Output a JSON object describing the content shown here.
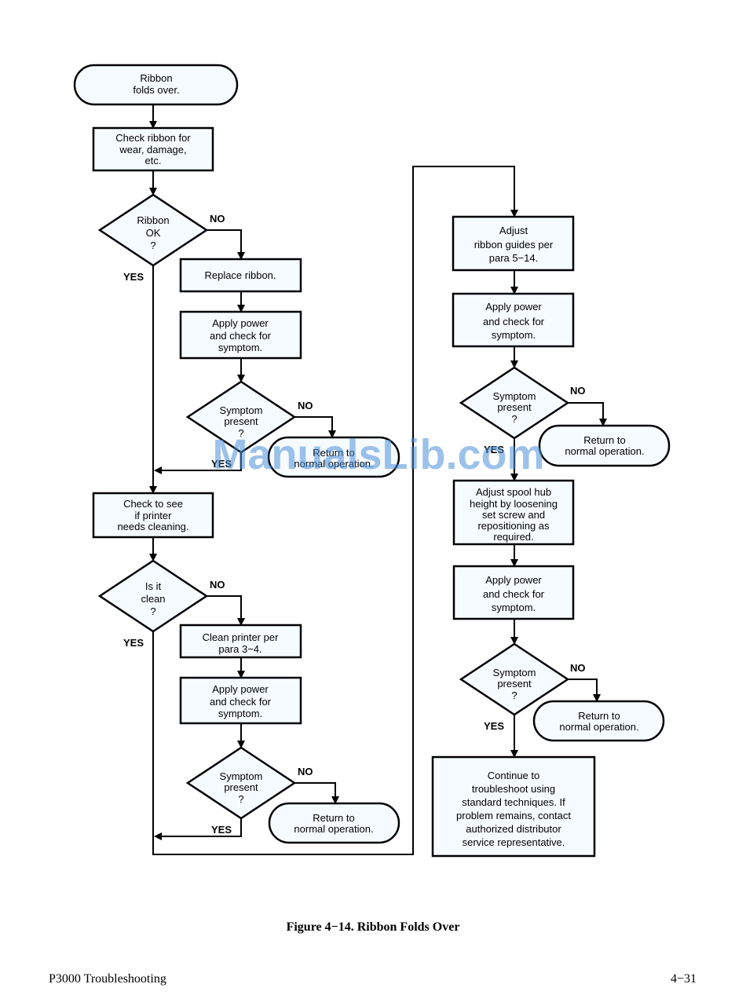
{
  "figure": {
    "caption": "Figure 4−14. Ribbon Folds Over",
    "nodes": {
      "start": [
        "Ribbon",
        "folds over."
      ],
      "check_ribbon": [
        "Check ribbon for",
        "wear, damage,",
        "etc."
      ],
      "ribbon_ok": [
        "Ribbon",
        "OK",
        "?"
      ],
      "replace_ribbon": [
        "Replace ribbon."
      ],
      "apply_power_1": [
        "Apply power",
        "and check for",
        "symptom."
      ],
      "symptom_1": [
        "Symptom",
        "present",
        "?"
      ],
      "return_1": [
        "Return to",
        "normal operation."
      ],
      "check_cleaning": [
        "Check to see",
        "if printer",
        "needs cleaning."
      ],
      "is_clean": [
        "Is it",
        "clean",
        "?"
      ],
      "clean_printer": [
        "Clean printer per",
        "para 3−4."
      ],
      "apply_power_2": [
        "Apply power",
        "and check for",
        "symptom."
      ],
      "symptom_2": [
        "Symptom",
        "present",
        "?"
      ],
      "return_2": [
        "Return to",
        "normal operation."
      ],
      "adjust_guides": [
        "Adjust",
        "ribbon guides per",
        "para 5−14."
      ],
      "apply_power_3": [
        "Apply power",
        "and check for",
        "symptom."
      ],
      "symptom_3": [
        "Symptom",
        "present",
        "?"
      ],
      "return_3": [
        "Return to",
        "normal operation."
      ],
      "adjust_spool": [
        "Adjust spool hub",
        "height by loosening",
        "set screw and",
        "repositioning as",
        "required."
      ],
      "apply_power_4": [
        "Apply power",
        "and check for",
        "symptom."
      ],
      "symptom_4": [
        "Symptom",
        "present",
        "?"
      ],
      "return_4": [
        "Return to",
        "normal operation."
      ],
      "continue": [
        "Continue to",
        "troubleshoot using",
        "standard techniques. If",
        "problem remains, contact",
        "authorized distributor",
        "service representative."
      ]
    },
    "labels": {
      "ribbon_ok_no": "NO",
      "ribbon_ok_yes": "YES",
      "symptom_1_no": "NO",
      "symptom_1_yes": "YES",
      "is_clean_no": "NO",
      "is_clean_yes": "YES",
      "symptom_2_no": "NO",
      "symptom_2_yes": "YES",
      "symptom_3_no": "NO",
      "symptom_3_yes": "YES",
      "symptom_4_no": "NO",
      "symptom_4_yes": "YES"
    }
  },
  "watermark": "ManualsLib.com",
  "footer": {
    "left": "P3000 Troubleshooting",
    "right": "4−31"
  }
}
